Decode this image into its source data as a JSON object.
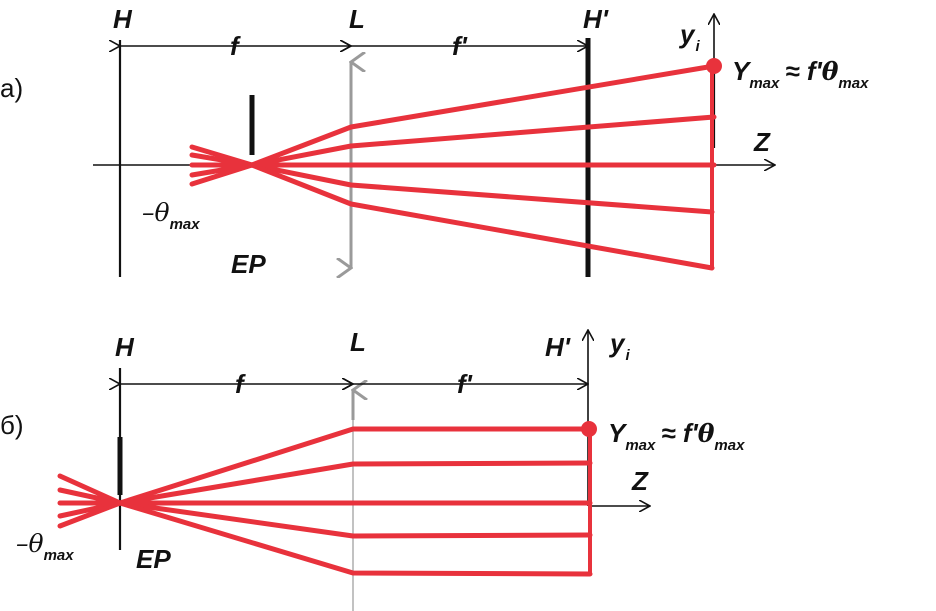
{
  "panel_a": {
    "label": "а)",
    "H": "H",
    "L": "L",
    "H_prime": "H'",
    "f": "f",
    "f_prime": "f'",
    "y_axis": "y",
    "y_sub": "i",
    "z_axis": "Z",
    "ymax_Y": "Y",
    "ymax_sub": "max",
    "ymax_rest": "≈ f'",
    "theta": "θ",
    "theta_sub": "max",
    "neg_theta": "–θ",
    "neg_theta_sub": "max",
    "ep": "EP"
  },
  "panel_b": {
    "label": "б)",
    "H": "H",
    "L": "L",
    "H_prime": "H'",
    "f": "f",
    "f_prime": "f'",
    "y_axis": "y",
    "y_sub": "i",
    "z_axis": "Z",
    "ymax_Y": "Y",
    "ymax_sub": "max",
    "ymax_rest": "≈ f'",
    "theta": "θ",
    "theta_sub": "max",
    "neg_theta": "–θ",
    "neg_theta_sub": "max",
    "ep": "EP"
  },
  "colors": {
    "ray": "#e8323c",
    "lens": "#9a9a9a",
    "ink": "#111111"
  }
}
